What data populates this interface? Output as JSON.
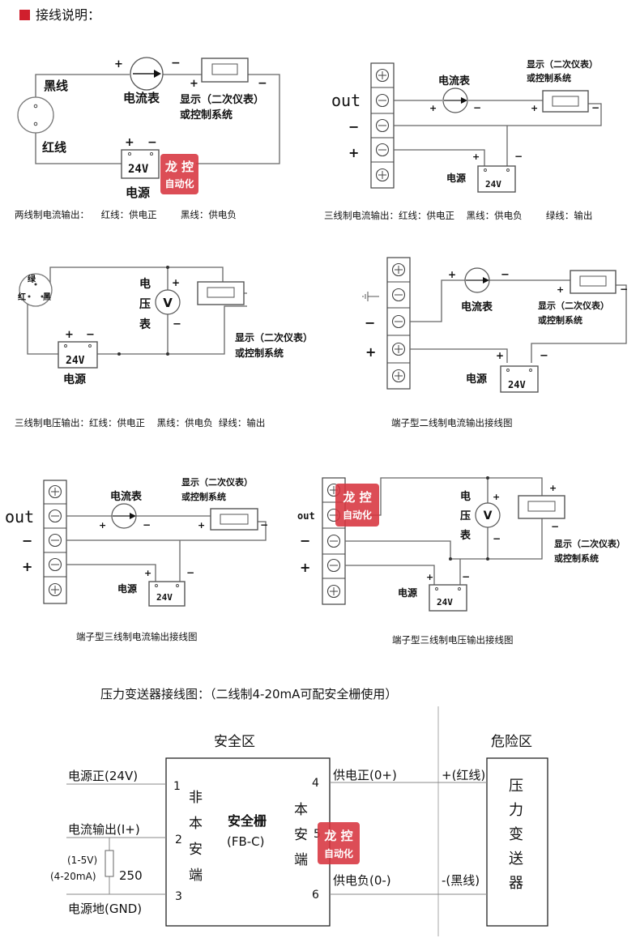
{
  "header": {
    "title": "接线说明："
  },
  "common": {
    "plus": "+",
    "minus": "−",
    "out": "out",
    "ammeter": "电流表",
    "power": "电源",
    "v24": "24V",
    "volt_v": "V",
    "display_line1": "显示（二次仪表）",
    "display_line2": "或控制系统",
    "volt_c1": "电",
    "volt_c2": "压",
    "volt_c3": "表"
  },
  "watermark": {
    "line1": "龙 控",
    "line2": "自动化"
  },
  "d1": {
    "black_wire": "黑线",
    "red_wire": "红线",
    "caption": "两线制电流输出：    红线：供电正        黑线：供电负"
  },
  "d2": {
    "caption": "三线制电流输出：红线：供电正    黑线：供电负        绿线：输出"
  },
  "d3": {
    "green": "绿",
    "red": "红",
    "black": "黑",
    "caption": "三线制电压输出：红线：供电正    黑线：供电负  绿线：输出"
  },
  "d4": {
    "caption": "端子型二线制电流输出接线图"
  },
  "d5": {
    "caption": "端子型三线制电流输出接线图"
  },
  "d6": {
    "caption": "端子型三线制电压输出接线图"
  },
  "d7": {
    "title": "压力变送器接线图：（二线制4-20mA可配安全栅使用）",
    "safe_zone": "安全区",
    "danger_zone": "危险区",
    "power_pos": "电源正(24V)",
    "current_out": "电流输出(I+)",
    "ground": "电源地(GND)",
    "r_v": "(1-5V)",
    "r_ma": "(4-20mA)",
    "r_value": "250",
    "pin1": "1",
    "pin2": "2",
    "pin3": "3",
    "pin4": "4",
    "pin5": "5",
    "pin6": "6",
    "left_side": [
      "非",
      "本",
      "安",
      "端"
    ],
    "barrier_name": "安全栅",
    "barrier_model": "(FB-C)",
    "right_side": [
      "本",
      "安",
      "端"
    ],
    "supply_pos": "供电正(0+)",
    "supply_neg": "供电负(0-)",
    "red_wire": "+(红线)",
    "black_wire": "-(黑线)",
    "transmitter": [
      "压",
      "力",
      "变",
      "送",
      "器"
    ]
  }
}
